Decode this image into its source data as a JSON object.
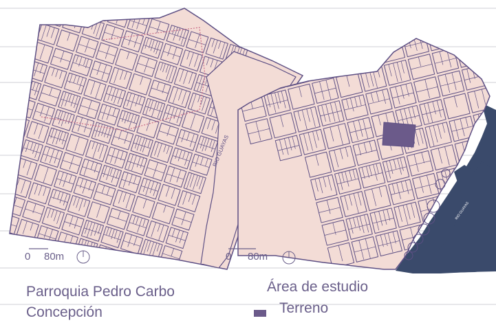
{
  "colors": {
    "land": "#f3dcd6",
    "block_line": "#5d4f84",
    "water": "#3a4a6b",
    "study_area": "#6b5a8a",
    "guide_line": "#cfcfd4",
    "text": "#6a5f8a",
    "district_boundary": "#c96b86"
  },
  "left_map": {
    "river_label": "RIO GUAYAS",
    "scale_zero": "0",
    "scale_distance": "80m",
    "north_icon": "compass-circle-icon",
    "title_line1": "Parroquia Pedro Carbo",
    "title_line2": "Concepción"
  },
  "right_map": {
    "river_label": "RIO GUAYAS",
    "scale_zero": "0",
    "scale_distance": "80m",
    "north_icon": "compass-circle-icon"
  },
  "legend": {
    "title": "Área de estudio",
    "item_label": "Terreno",
    "item_swatch_icon": "filled-rectangle-icon"
  }
}
